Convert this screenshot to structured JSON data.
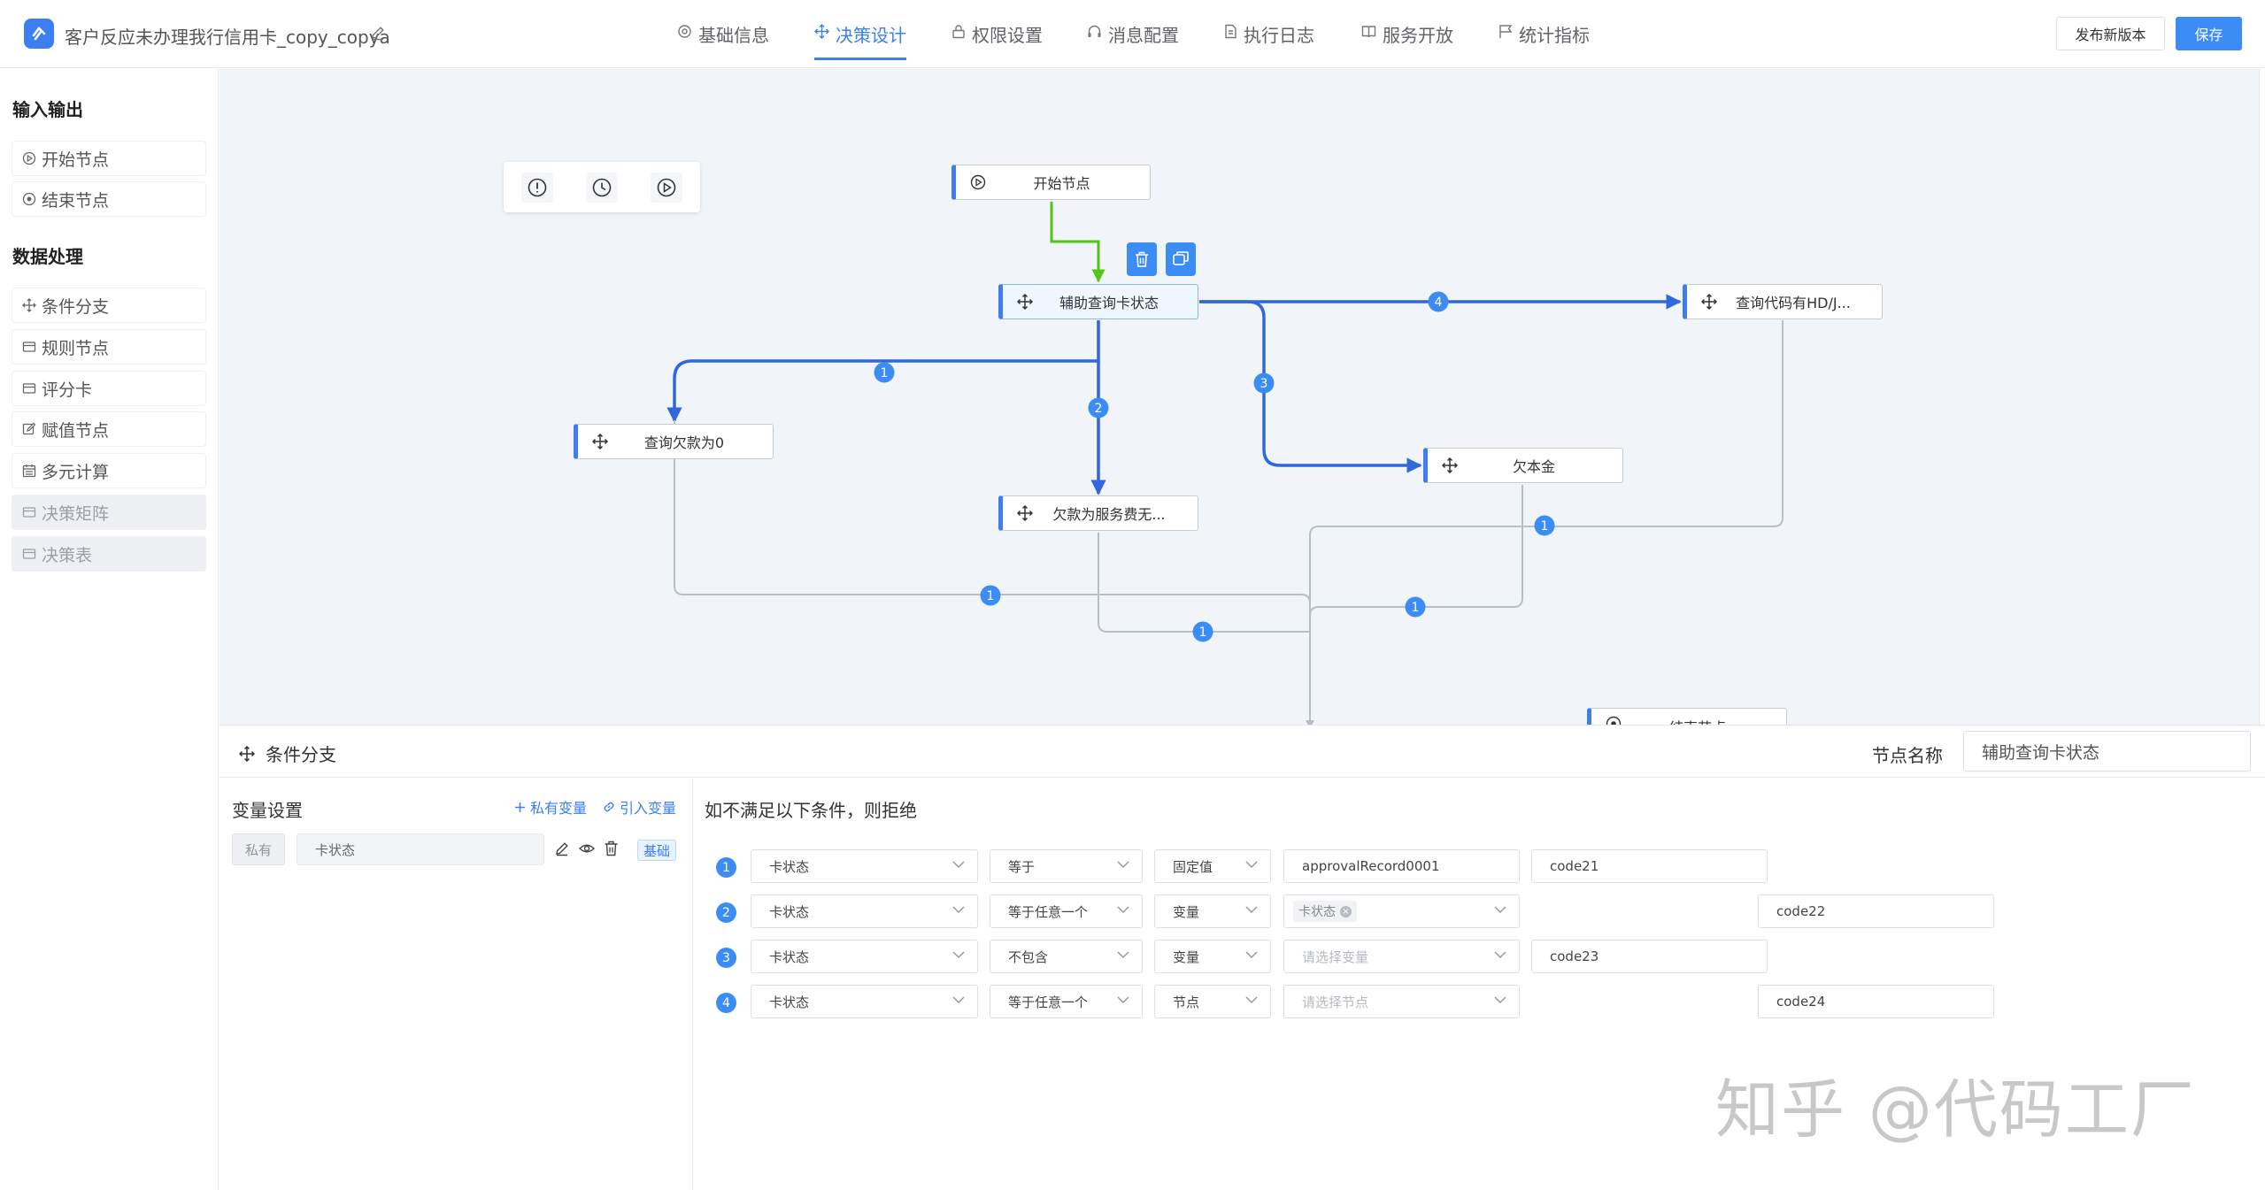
{
  "header": {
    "title": "客户反应未办理我行信用卡_copy_copya",
    "tabs": [
      {
        "label": "基础信息",
        "icon": "gear-icon"
      },
      {
        "label": "决策设计",
        "icon": "move-icon",
        "active": true
      },
      {
        "label": "权限设置",
        "icon": "lock-icon"
      },
      {
        "label": "消息配置",
        "icon": "headset-icon"
      },
      {
        "label": "执行日志",
        "icon": "document-icon"
      },
      {
        "label": "服务开放",
        "icon": "book-icon"
      },
      {
        "label": "统计指标",
        "icon": "flag-icon"
      }
    ],
    "publish_label": "发布新版本",
    "save_label": "保存",
    "accent": "#3b7ff3"
  },
  "sidebar": {
    "section_io": "输入输出",
    "section_data": "数据处理",
    "io_items": [
      {
        "label": "开始节点",
        "icon": "play-circle-icon"
      },
      {
        "label": "结束节点",
        "icon": "stop-circle-icon"
      }
    ],
    "data_items": [
      {
        "label": "条件分支",
        "icon": "move-icon",
        "disabled": false
      },
      {
        "label": "规则节点",
        "icon": "card-icon",
        "disabled": false
      },
      {
        "label": "评分卡",
        "icon": "card-icon",
        "disabled": false
      },
      {
        "label": "赋值节点",
        "icon": "edit-icon",
        "disabled": false
      },
      {
        "label": "多元计算",
        "icon": "calendar-icon",
        "disabled": false
      },
      {
        "label": "决策矩阵",
        "icon": "card-icon",
        "disabled": true
      },
      {
        "label": "决策表",
        "icon": "card-icon",
        "disabled": true
      }
    ]
  },
  "diagram": {
    "nodes": {
      "start": "开始节点",
      "aux": "辅助查询卡状态",
      "code_hd": "查询代码有HD/J...",
      "debt_zero": "查询欠款为0",
      "principal": "欠本金",
      "service_fee": "欠款为服务费无...",
      "end": "结束节点"
    },
    "edge_labels": {
      "e1": "1",
      "e2": "2",
      "e3": "3",
      "e4": "4",
      "e_debt": "1",
      "e_fee": "1",
      "e_principal": "1",
      "e_hd": "1"
    }
  },
  "panel": {
    "type_label": "条件分支",
    "node_name_label": "节点名称",
    "node_name_value": "辅助查询卡状态",
    "var_title": "变量设置",
    "private_var_link": "私有变量",
    "import_var_link": "引入变量",
    "var_scope": "私有",
    "var_name": "卡状态",
    "var_type": "基础",
    "cond_title": "如不满足以下条件，则拒绝",
    "conditions": [
      {
        "num": "1",
        "field": "卡状态",
        "op": "等于",
        "source": "固定值",
        "value": "approvalRecord0001",
        "value_kind": "text",
        "code": "code21",
        "code_pos": "near"
      },
      {
        "num": "2",
        "field": "卡状态",
        "op": "等于任意一个",
        "source": "变量",
        "value": "卡状态",
        "value_kind": "chip",
        "code": "code22",
        "code_pos": "far"
      },
      {
        "num": "3",
        "field": "卡状态",
        "op": "不包含",
        "source": "变量",
        "value": "请选择变量",
        "value_kind": "placeholder",
        "code": "code23",
        "code_pos": "near"
      },
      {
        "num": "4",
        "field": "卡状态",
        "op": "等于任意一个",
        "source": "节点",
        "value": "请选择节点",
        "value_kind": "placeholder",
        "code": "code24",
        "code_pos": "far"
      }
    ]
  },
  "watermark": "知乎 @代码工厂"
}
